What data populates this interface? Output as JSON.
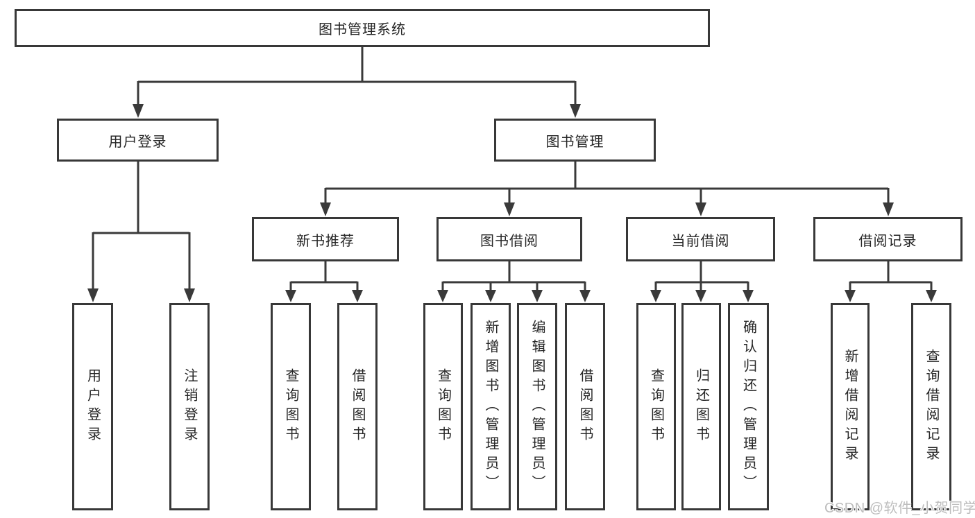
{
  "tree": {
    "label": "图书管理系统",
    "children": [
      {
        "label": "用户登录",
        "children": [
          {
            "label": "用户登录"
          },
          {
            "label": "注销登录"
          }
        ]
      },
      {
        "label": "图书管理",
        "children": [
          {
            "label": "新书推荐",
            "children": [
              {
                "label": "查询图书"
              },
              {
                "label": "借阅图书"
              }
            ]
          },
          {
            "label": "图书借阅",
            "children": [
              {
                "label": "查询图书"
              },
              {
                "label": "新增图书（管理员）"
              },
              {
                "label": "编辑图书（管理员）"
              },
              {
                "label": "借阅图书"
              }
            ]
          },
          {
            "label": "当前借阅",
            "children": [
              {
                "label": "查询图书"
              },
              {
                "label": "归还图书"
              },
              {
                "label": "确认归还（管理员）"
              }
            ]
          },
          {
            "label": "借阅记录",
            "children": [
              {
                "label": "新增借阅记录"
              },
              {
                "label": "查询借阅记录"
              }
            ]
          }
        ]
      }
    ]
  },
  "watermark": {
    "text": "CSDN @软件_小贺同学"
  },
  "colors": {
    "line": "#3a3a3a",
    "border": "#383838",
    "text": "#262626",
    "watermark": "#bdbdbd",
    "background": "#ffffff"
  }
}
